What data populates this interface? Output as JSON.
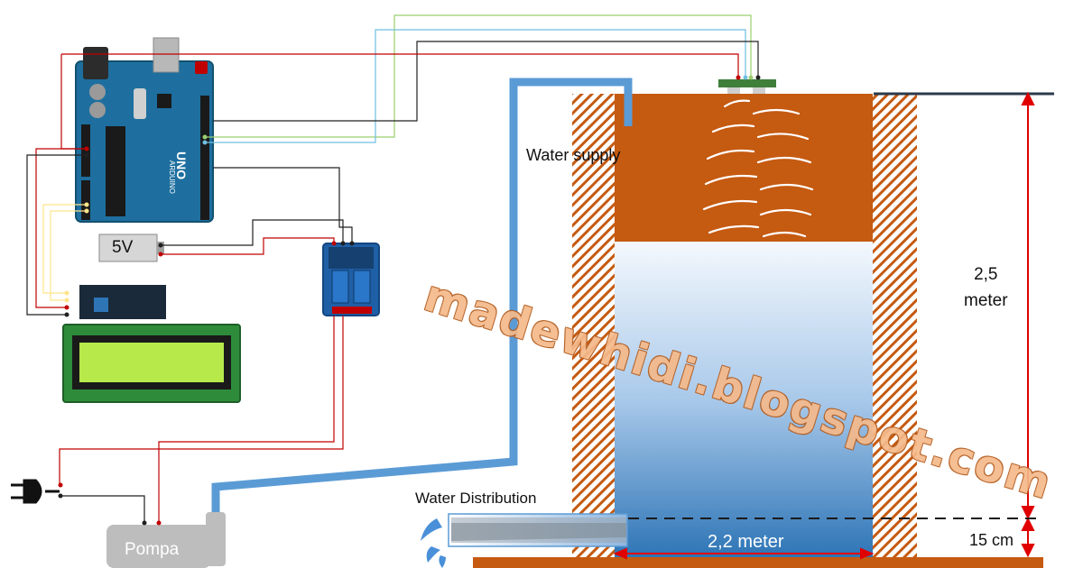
{
  "labels": {
    "water_supply": "Water supply",
    "water_distribution": "Water Distribution",
    "tank_width": "2,2 meter",
    "tank_height_value": "2,5",
    "tank_height_unit": "meter",
    "outlet_offset": "15 cm",
    "power_module": "5V",
    "pump": "Pompa"
  },
  "board": {
    "brand": "ARDUINO",
    "model": "UNO"
  },
  "watermark": "madewhidi.blogspot.com",
  "colors": {
    "tank_wall": "#c55a11",
    "water_top": "#eef4fb",
    "water_bottom": "#2e75b6",
    "pipe": "#5b9bd5",
    "dimension_arrow": "#e00000",
    "board": "#1e6f9f",
    "lcd_screen": "#b7e94b",
    "relay": "#1f5fa6",
    "wire_red": "#c00000",
    "wire_black": "#202020",
    "wire_green": "#9bcf6f",
    "wire_blue": "#6fbfe0",
    "wire_yellow": "#ffe48a"
  },
  "icons": [
    "plug-icon",
    "ultrasonic-sensor-icon",
    "sound-wave-icon"
  ]
}
